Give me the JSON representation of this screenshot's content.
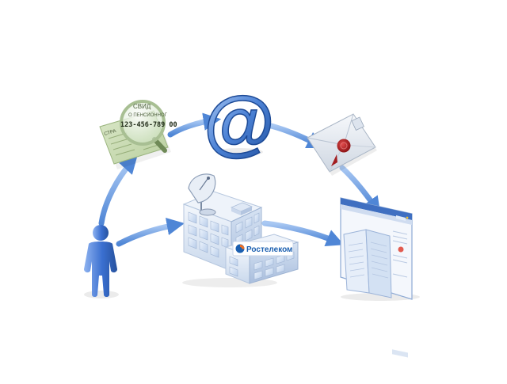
{
  "diagram": {
    "card": {
      "header_top": "СВИД",
      "header_sub": "О ПЕНСИОННОГ",
      "number": "123-456-789 00",
      "left_label": "СТРА"
    },
    "email": {
      "symbol": "@"
    },
    "company": {
      "name": "Ростелеком"
    },
    "colors": {
      "arrow": "#6fa3e8",
      "arrow_dark": "#3f78c9",
      "person": "#3c6fd1",
      "building": "#e6eef8",
      "card": "#cfe0bd",
      "envelope": "#e9edf2",
      "seal": "#c0282b",
      "rostelecom_blue": "#1b5fb0",
      "rostelecom_orange": "#f37021"
    },
    "icons": [
      "person-icon",
      "pension-card-icon",
      "magnifier-icon",
      "at-sign-icon",
      "sealed-envelope-icon",
      "office-building-icon",
      "satellite-dish-icon",
      "web-portal-window-icon"
    ]
  }
}
